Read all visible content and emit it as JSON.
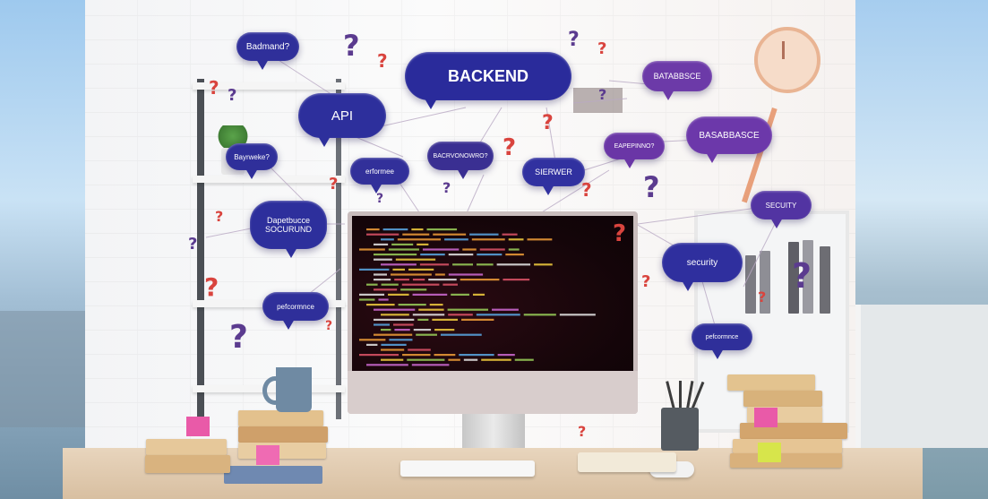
{
  "scene": {
    "colors": {
      "bubble_blue": "#2f2f9a",
      "bubble_purple": "#6b3aa8",
      "screen": "#140509",
      "qmark_red": "#d9443e",
      "qmark_purple": "#5b3b8f"
    },
    "bubbles": [
      {
        "text": "Badmand?"
      },
      {
        "text": "BACKEND"
      },
      {
        "text": "API"
      },
      {
        "text": "BATABBSCE"
      },
      {
        "text": "Bayrweke?"
      },
      {
        "text": "erformee"
      },
      {
        "text": "BACRVONOWRO?"
      },
      {
        "text": "SIERWER"
      },
      {
        "text": "EAPEPINNO?"
      },
      {
        "text": "BASABBASCE"
      },
      {
        "text": "SECUITY"
      },
      {
        "text": "Dapetbucce",
        "text2": "SOCURUND"
      },
      {
        "text": "security"
      },
      {
        "text": "pefcormnce"
      },
      {
        "text": "pefcormnce"
      }
    ],
    "question_mark": "?"
  }
}
